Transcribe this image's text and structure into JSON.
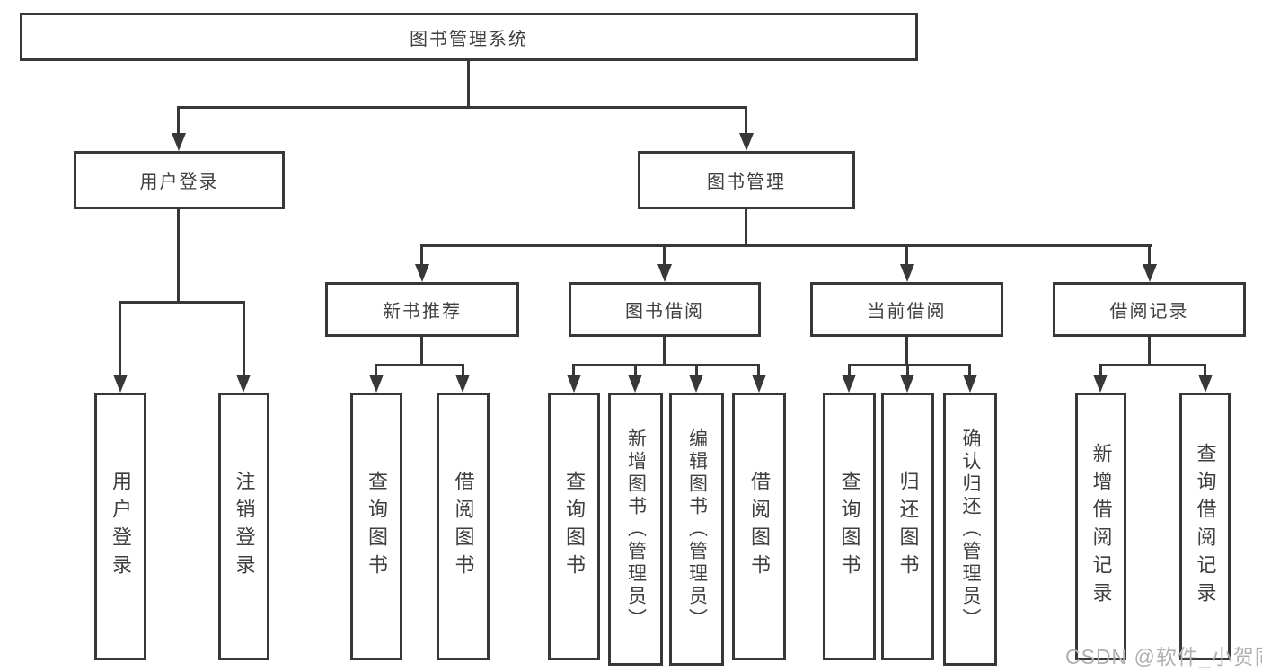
{
  "colors": {
    "line": "#383838",
    "text": "#3f3f3f",
    "watermark_text_color": "#b0b0b0",
    "background": "#ffffff"
  },
  "tree": {
    "root": {
      "label": "图书管理系统",
      "children": [
        {
          "label": "用户登录",
          "children": [
            {
              "label": "用户登录"
            },
            {
              "label": "注销登录"
            }
          ]
        },
        {
          "label": "图书管理",
          "children": [
            {
              "label": "新书推荐",
              "children": [
                {
                  "label": "查询图书"
                },
                {
                  "label": "借阅图书"
                }
              ]
            },
            {
              "label": "图书借阅",
              "children": [
                {
                  "label": "查询图书"
                },
                {
                  "label": "新增图书（管理员）"
                },
                {
                  "label": "编辑图书（管理员）"
                },
                {
                  "label": "借阅图书"
                }
              ]
            },
            {
              "label": "当前借阅",
              "children": [
                {
                  "label": "查询图书"
                },
                {
                  "label": "归还图书"
                },
                {
                  "label": "确认归还（管理员）"
                }
              ]
            },
            {
              "label": "借阅记录",
              "children": [
                {
                  "label": "新增借阅记录"
                },
                {
                  "label": "查询借阅记录"
                }
              ]
            }
          ]
        }
      ]
    }
  },
  "watermark": {
    "text": "CSDN @软件_小贺同学"
  }
}
